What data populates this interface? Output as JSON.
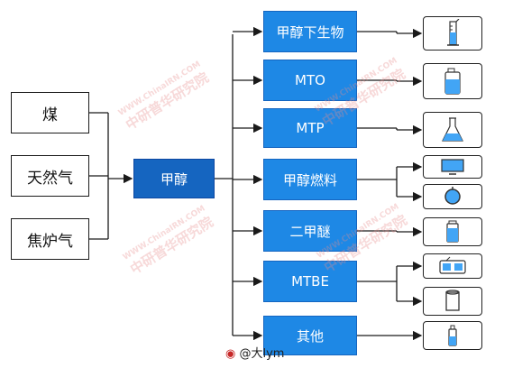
{
  "sources": [
    "煤",
    "天然气",
    "焦炉气"
  ],
  "hub": "甲醇",
  "products": [
    "甲醇下生物",
    "MTO",
    "MTP",
    "甲醇燃料",
    "二甲醚",
    "MTBE",
    "其他"
  ],
  "icons": [
    "graduated-cylinder-icon",
    "jerrycan-icon",
    "flask-icon",
    "monitor-icon",
    "globe-icon",
    "fuel-can-icon",
    "radio-icon",
    "paper-roll-icon",
    "bottle-icon"
  ],
  "watermark": "中研普华研究院",
  "watermark_url": "WWW.ChinaIRN.COM",
  "credit": "@大lym",
  "colors": {
    "hub": "#1565c0",
    "product": "#1e88e5",
    "icon_fill": "#42a5f5",
    "line": "#1a1a1a"
  }
}
